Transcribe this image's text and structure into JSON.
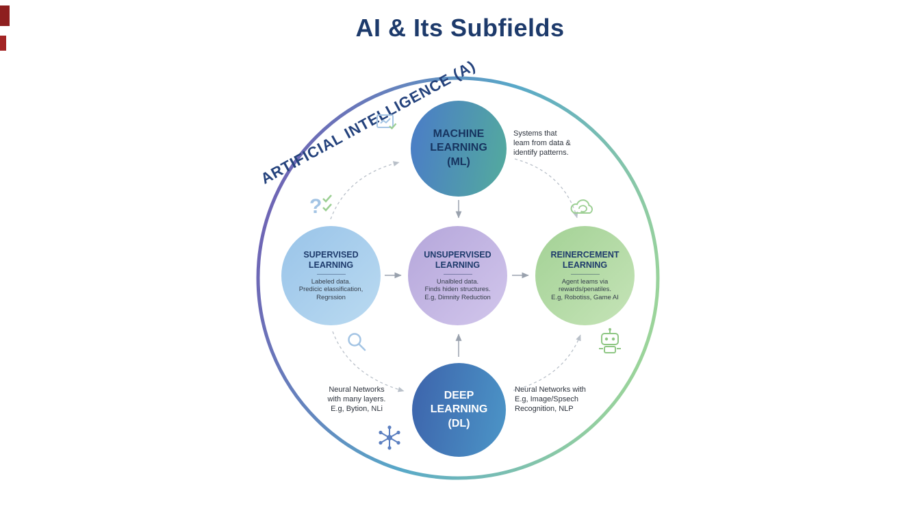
{
  "title": "AI & Its Subfields",
  "ring": {
    "label": "ARTIFICIAL INTELLIGENCE (A)"
  },
  "nodes": {
    "ml": {
      "title": "MACHINE LEARNING",
      "abbr": "(ML)"
    },
    "supervised": {
      "title": "SUPERVISED LEARNING",
      "lines": [
        "Labeled data.",
        "Predicic elassification,",
        "Regrssion"
      ]
    },
    "unsupervised": {
      "title": "UNSUPERVISED LEARNING",
      "lines": [
        "Unalbled data.",
        "Finds hiden structures.",
        "E.g, Dimnity Reduction"
      ]
    },
    "reinforcement": {
      "title": "REINERCEMENT LEARNING",
      "lines": [
        "Agent leams via",
        "rewards/penatiles.",
        "E.g, Robotiss, Game AI"
      ]
    },
    "dl": {
      "title": "DEEP LEARNING",
      "abbr": "(DL)"
    }
  },
  "annotations": {
    "ml_note": {
      "lines": [
        "Systems that",
        "leam from data &",
        "identify patterns."
      ]
    },
    "dl_left_note": {
      "lines": [
        "Neural Networks",
        "with many layers.",
        "E.g, Bytion, NLi"
      ]
    },
    "dl_right_note": {
      "lines": [
        "Neural Networks with",
        "E.g, Image/Spsech",
        "Recognition, NLP"
      ]
    }
  },
  "icons": [
    "chart-icon",
    "question-check-icon",
    "cloud-sync-icon",
    "magnifier-icon",
    "network-icon",
    "robot-icon"
  ],
  "colors": {
    "title_navy": "#1d3a6b",
    "ring_purple": "#6f63b4",
    "ring_teal": "#58a8c8",
    "ring_green": "#9ed698",
    "ml_blue": "#4b80c4",
    "ml_teal": "#53a99f",
    "supervised_blue": "#9ec7ea",
    "unsupervised_purple": "#b9abdd",
    "reinforcement_green": "#a8d49a",
    "dl_blue": "#3e68ae",
    "icon_blue": "#a3c4e4",
    "icon_green": "#9ccf93",
    "red_mark": "#8e1f1f"
  }
}
